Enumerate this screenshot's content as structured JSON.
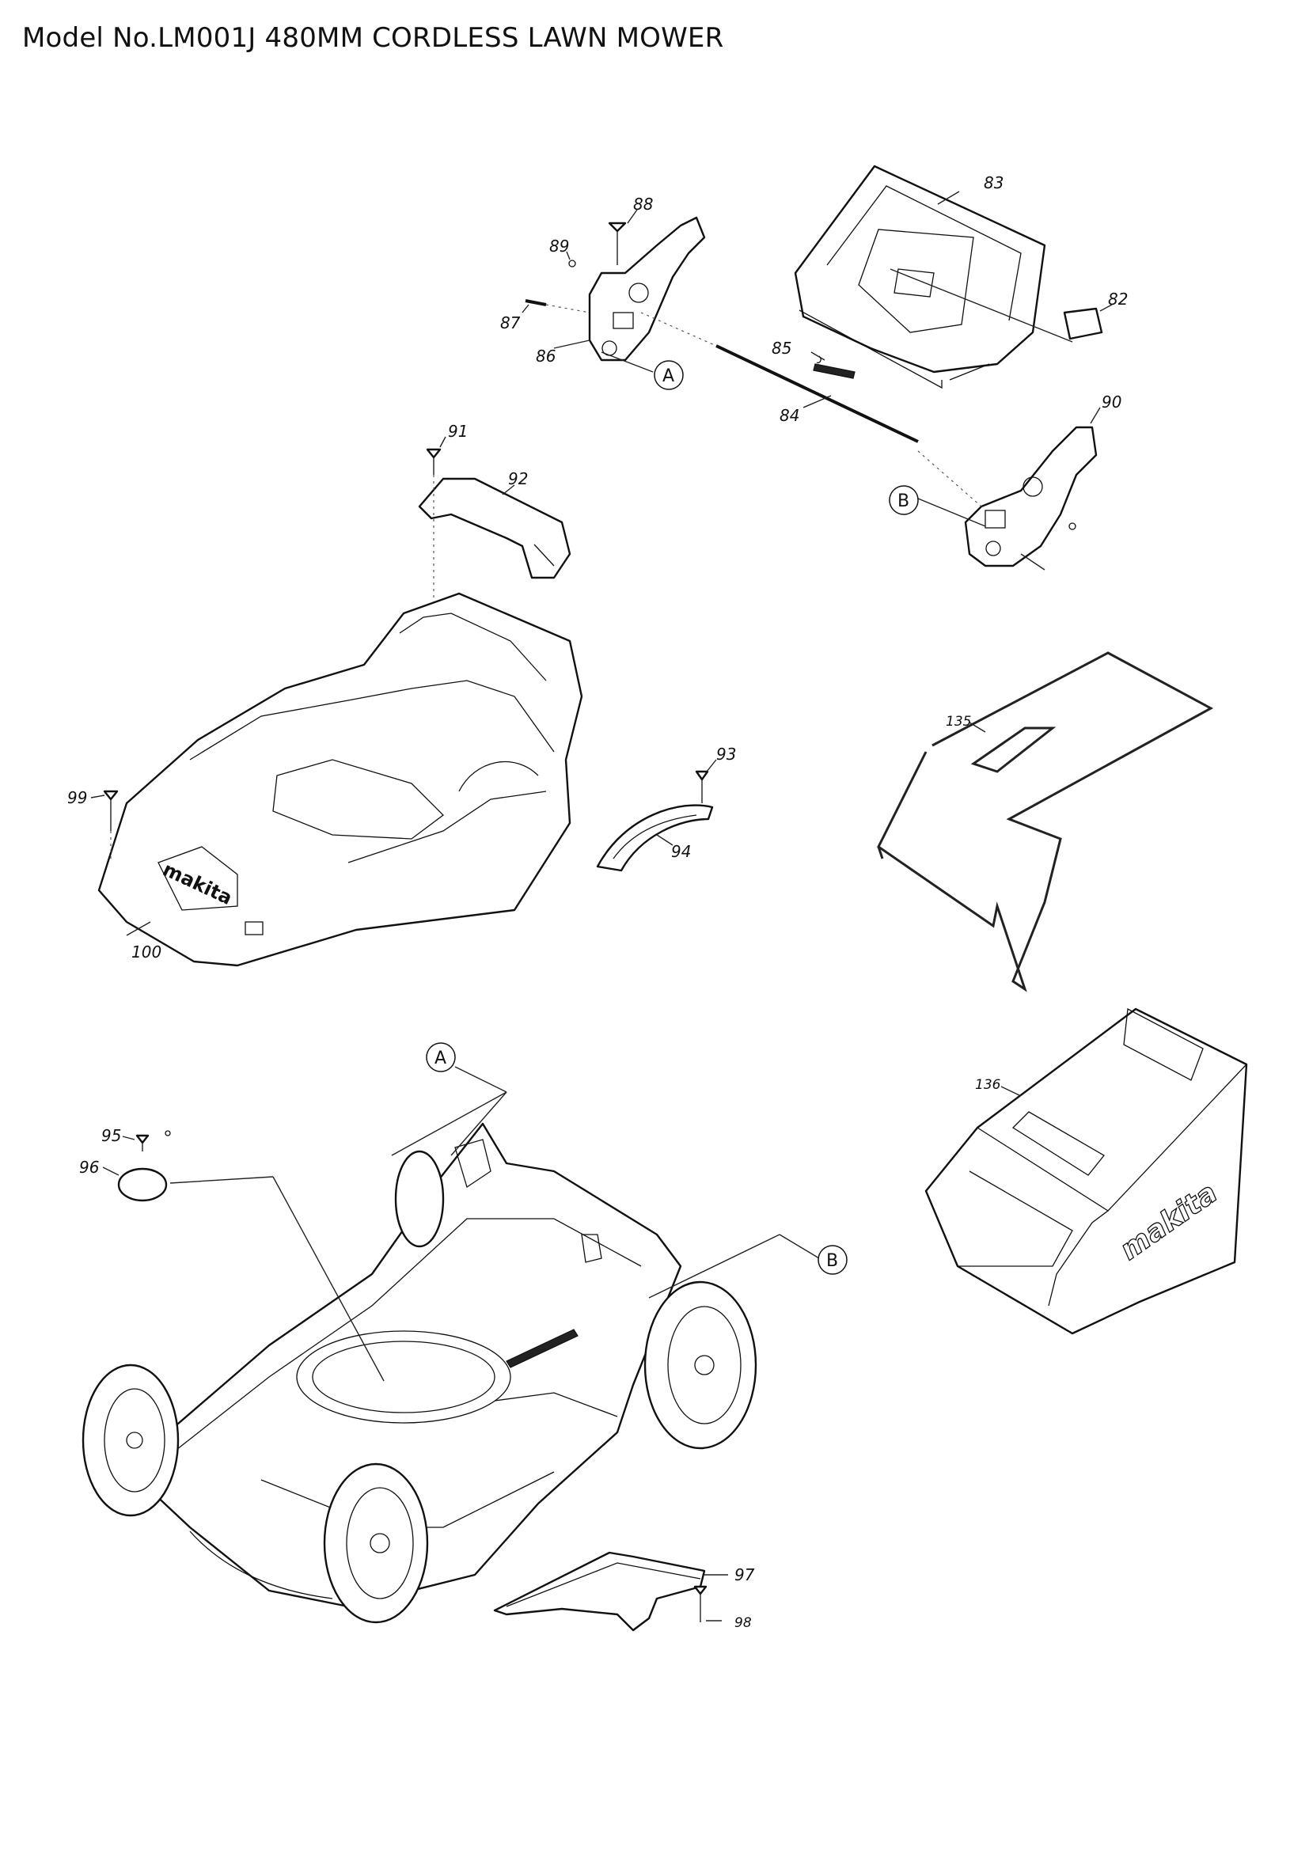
{
  "title": "Model No.LM001J 480MM CORDLESS LAWN MOWER",
  "brand_mark": "makita",
  "callouts": [
    {
      "id": "82",
      "label": "82"
    },
    {
      "id": "83",
      "label": "83"
    },
    {
      "id": "84",
      "label": "84"
    },
    {
      "id": "85",
      "label": "85"
    },
    {
      "id": "86",
      "label": "86"
    },
    {
      "id": "87",
      "label": "87"
    },
    {
      "id": "88",
      "label": "88"
    },
    {
      "id": "89",
      "label": "89"
    },
    {
      "id": "90",
      "label": "90"
    },
    {
      "id": "91",
      "label": "91"
    },
    {
      "id": "92",
      "label": "92"
    },
    {
      "id": "93",
      "label": "93"
    },
    {
      "id": "94",
      "label": "94"
    },
    {
      "id": "95",
      "label": "95"
    },
    {
      "id": "96",
      "label": "96"
    },
    {
      "id": "97",
      "label": "97"
    },
    {
      "id": "98",
      "label": "98"
    },
    {
      "id": "99",
      "label": "99"
    },
    {
      "id": "100",
      "label": "100"
    },
    {
      "id": "135",
      "label": "135"
    },
    {
      "id": "136",
      "label": "136"
    }
  ],
  "references": {
    "a_upper": "A",
    "b_upper": "B",
    "a_lower": "A",
    "b_lower": "B"
  }
}
